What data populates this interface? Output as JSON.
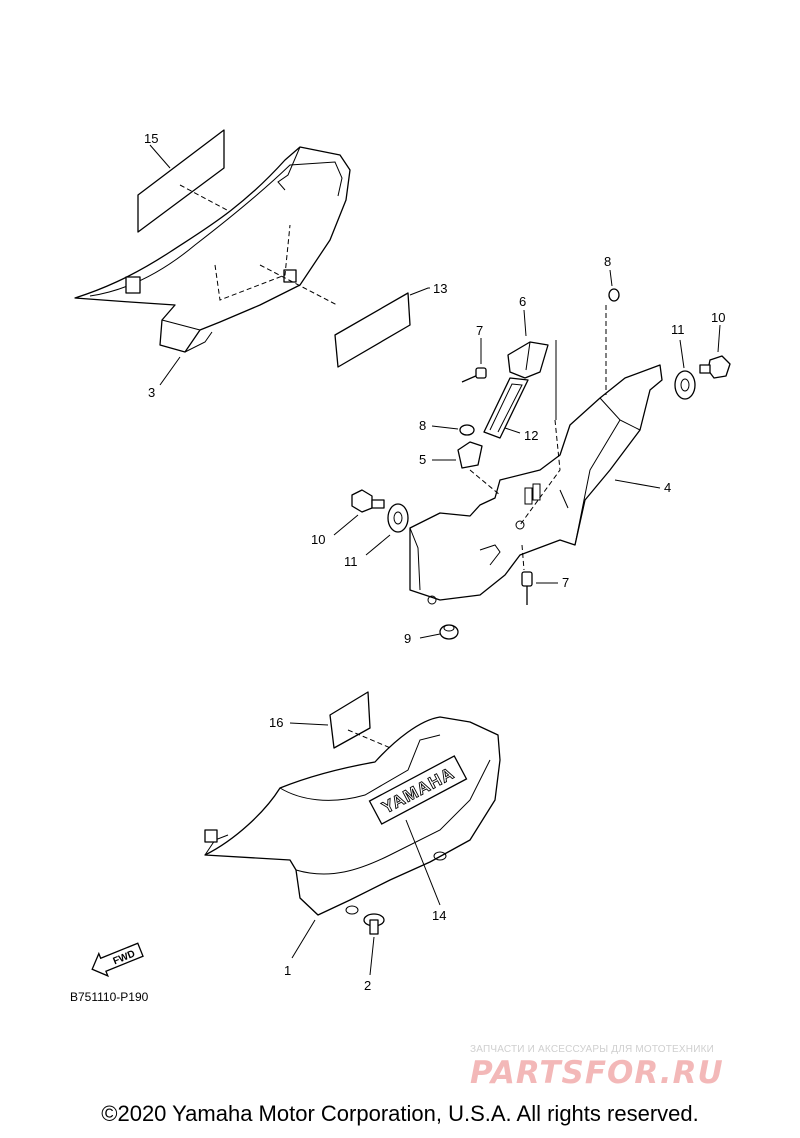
{
  "callouts": {
    "c1": "1",
    "c2": "2",
    "c3": "3",
    "c4": "4",
    "c5": "5",
    "c6": "6",
    "c7a": "7",
    "c7b": "7",
    "c8a": "8",
    "c8b": "8",
    "c9": "9",
    "c10a": "10",
    "c10b": "10",
    "c11a": "11",
    "c11b": "11",
    "c12": "12",
    "c13": "13",
    "c14": "14",
    "c15": "15",
    "c16": "16"
  },
  "panel_logo": "YAMAHA",
  "fwd_label": "FWD",
  "diagram_code": "B751110-P190",
  "watermark": {
    "tagline": "ЗАПЧАСТИ И АКСЕССУАРЫ ДЛЯ МОТОТЕХНИКИ",
    "logo": "PARTSFOR.RU"
  },
  "copyright": "©2020 Yamaha Motor Corporation, U.S.A. All rights reserved."
}
